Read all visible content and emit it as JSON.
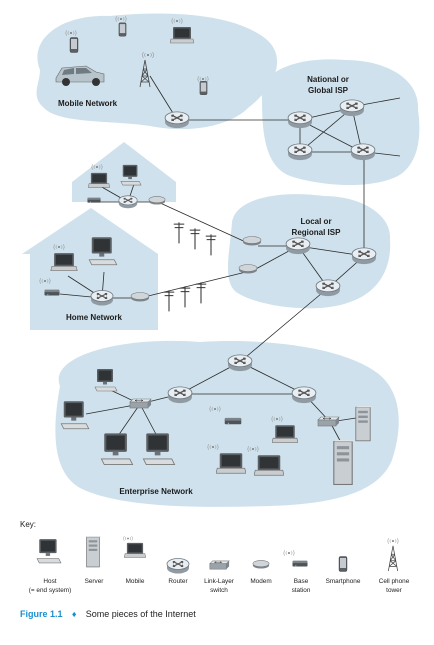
{
  "regions": {
    "mobile": "Mobile Network",
    "national_isp": [
      "National or",
      "Global ISP"
    ],
    "regional_isp": [
      "Local or",
      "Regional ISP"
    ],
    "home": "Home Network",
    "enterprise": "Enterprise Network"
  },
  "key": {
    "title": "Key:",
    "items": [
      {
        "name": "Host",
        "sub": "(= end system)",
        "icon": "host-icon"
      },
      {
        "name": "Server",
        "sub": "",
        "icon": "server-icon"
      },
      {
        "name": "Mobile",
        "sub": "",
        "icon": "mobile-icon"
      },
      {
        "name": "Router",
        "sub": "",
        "icon": "router-icon"
      },
      {
        "name": "Link-Layer",
        "sub": "switch",
        "icon": "switch-icon"
      },
      {
        "name": "Modem",
        "sub": "",
        "icon": "modem-icon"
      },
      {
        "name": "Base",
        "sub": "station",
        "icon": "base-station-icon"
      },
      {
        "name": "Smartphone",
        "sub": "",
        "icon": "smartphone-icon"
      },
      {
        "name": "Cell phone",
        "sub": "tower",
        "icon": "cell-tower-icon"
      }
    ]
  },
  "caption": {
    "figure": "Figure 1.1",
    "separator": "♦",
    "text": "Some pieces of the Internet"
  },
  "colors": {
    "region_fill": "#cfe1ec",
    "accent": "#1a8fd0",
    "line": "#2b2b2b"
  }
}
